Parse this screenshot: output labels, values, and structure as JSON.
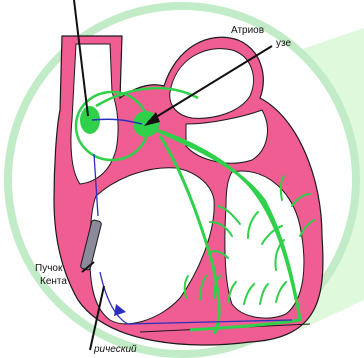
{
  "labels": {
    "av_node_line1": "Атриов",
    "av_node_line2": "узе",
    "kent_line1": "Пучок",
    "kent_line2": "Кента",
    "bottom_label": "рический"
  },
  "colors": {
    "heart_wall": "#ef5d92",
    "heart_outline": "#1a1a1a",
    "conduction_green": "#2fd04a",
    "conduction_blue": "#2b2fbf",
    "frame_green": "#c2ecc7",
    "panel_green": "#dff9dc",
    "kent_bundle": "#8a8a9a"
  }
}
